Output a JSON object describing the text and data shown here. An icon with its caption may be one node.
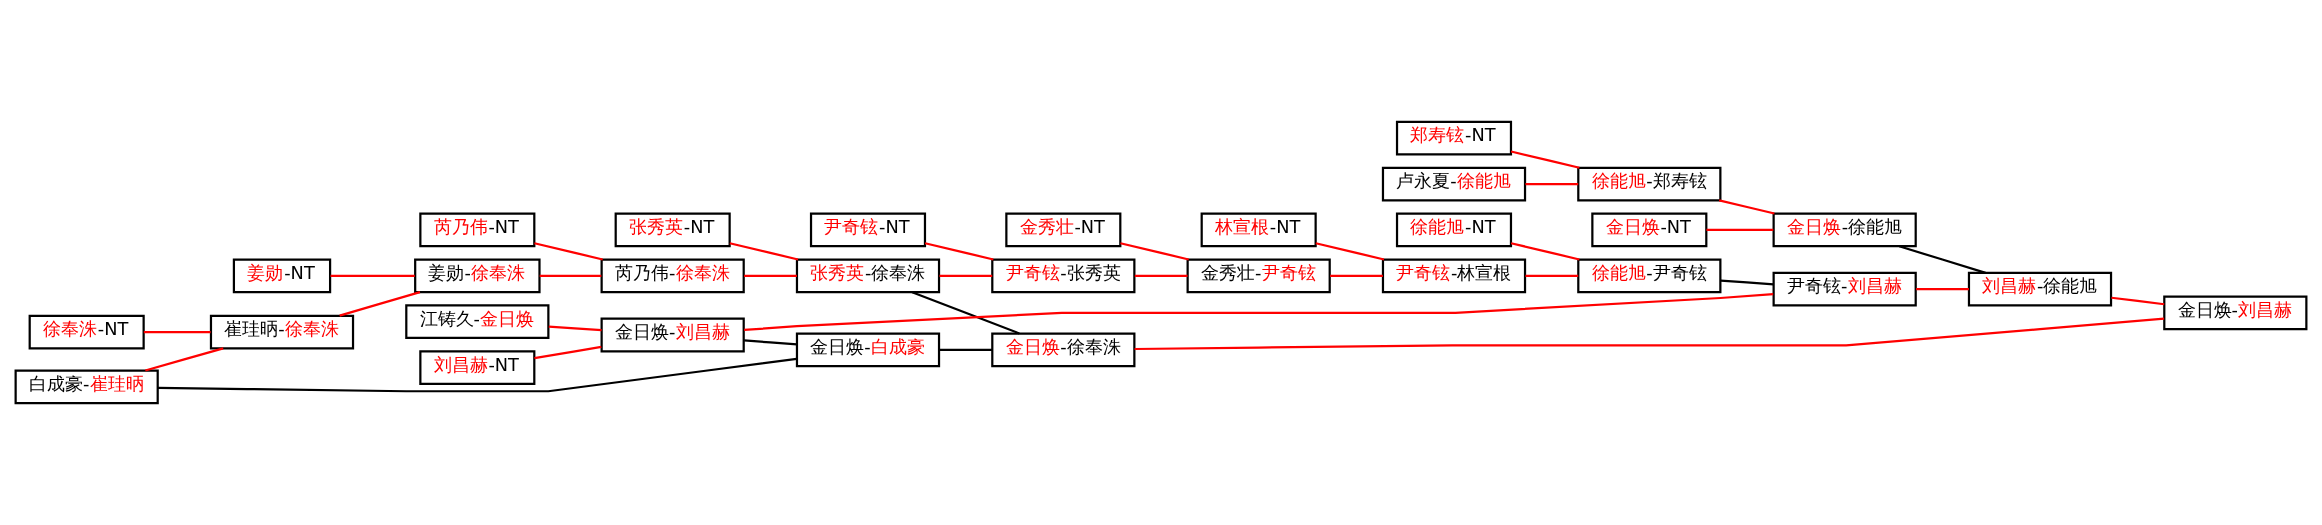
{
  "diagram": {
    "nodes": [
      {
        "text": [
          "徐奉洙-NT"
        ]
      },
      {
        "text": [
          "白成豪-崔珪昞"
        ]
      },
      {
        "text": [
          "崔珪昞-徐奉洙"
        ]
      },
      {
        "text": [
          "姜勋-NT"
        ]
      },
      {
        "text": [
          "姜勋-徐奉洙"
        ]
      },
      {
        "text": [
          "芮乃伟-NT"
        ]
      },
      {
        "text": [
          "芮乃伟-徐奉洙"
        ]
      },
      {
        "text": [
          "张秀英-NT"
        ]
      },
      {
        "text": [
          "张秀英-徐奉洙"
        ]
      },
      {
        "text": [
          "尹奇铉-NT"
        ]
      },
      {
        "text": [
          "尹奇铉-张秀英"
        ]
      },
      {
        "text": [
          "金秀壮-NT"
        ]
      },
      {
        "text": [
          "金秀壮-尹奇铉"
        ]
      },
      {
        "text": [
          "林宣根-NT"
        ]
      },
      {
        "text": [
          "尹奇铉-林宣根"
        ]
      },
      {
        "text": [
          "刘昌赫-NT"
        ]
      },
      {
        "text": [
          "江铸久-金日焕"
        ]
      },
      {
        "text": [
          "金日焕-刘昌赫"
        ]
      },
      {
        "text": [
          "徐能旭-NT"
        ]
      },
      {
        "text": [
          "徐能旭-尹奇铉"
        ]
      },
      {
        "text": [
          "尹奇铉-刘昌赫"
        ]
      },
      {
        "text": [
          "金日焕-NT"
        ]
      },
      {
        "text": [
          "卢永夏-徐能旭"
        ]
      },
      {
        "text": [
          "郑寿铉-NT"
        ]
      },
      {
        "text": [
          "徐能旭-郑寿铉"
        ]
      },
      {
        "text": [
          "金日焕-徐能旭"
        ]
      },
      {
        "text": [
          "刘昌赫-徐能旭"
        ]
      },
      {
        "text": [
          "金日焕-白成豪"
        ]
      },
      {
        "text": [
          "金日焕-徐奉洙"
        ]
      },
      {
        "text": [
          "金日焕-刘昌赫"
        ]
      }
    ],
    "edges": [
      {
        "from": 0,
        "to": 2,
        "arrow": "none"
      },
      {
        "from": 1,
        "to": 2,
        "arrow": "none"
      },
      {
        "from": 1,
        "to": 27,
        "arrow": "none",
        "color": "#000000"
      },
      {
        "from": 2,
        "to": 4,
        "arrow": "none"
      },
      {
        "from": 3,
        "to": 4,
        "arrow": "none"
      },
      {
        "from": 4,
        "to": 6,
        "arrow": "none"
      },
      {
        "from": 5,
        "to": 6,
        "arrow": "none"
      },
      {
        "from": 6,
        "to": 8,
        "arrow": "none"
      },
      {
        "from": 7,
        "to": 8,
        "arrow": "none"
      },
      {
        "from": 8,
        "to": 10,
        "arrow": "none"
      },
      {
        "from": 8,
        "to": 28,
        "arrow": "none",
        "color": "#000000"
      },
      {
        "from": 9,
        "to": 10,
        "arrow": "none"
      },
      {
        "from": 10,
        "to": 12,
        "arrow": "none"
      },
      {
        "from": 11,
        "to": 12,
        "arrow": "none"
      },
      {
        "from": 12,
        "to": 14,
        "arrow": "none"
      },
      {
        "from": 13,
        "to": 14,
        "arrow": "none"
      },
      {
        "from": 14,
        "to": 19,
        "arrow": "none"
      },
      {
        "from": 18,
        "to": 19,
        "arrow": "none"
      },
      {
        "from": 15,
        "to": 17,
        "arrow": "none"
      },
      {
        "from": 16,
        "to": 17,
        "arrow": "none"
      },
      {
        "from": 17,
        "to": 20,
        "arrow": "none"
      },
      {
        "from": 17,
        "to": 27,
        "arrow": "none",
        "color": "#000000"
      },
      {
        "from": 19,
        "to": 20,
        "arrow": "none",
        "color": "#000000"
      },
      {
        "from": 20,
        "to": 26,
        "arrow": "none"
      },
      {
        "from": 22,
        "to": 24,
        "arrow": "none"
      },
      {
        "from": 23,
        "to": 24,
        "arrow": "none"
      },
      {
        "from": 21,
        "to": 25,
        "arrow": "none"
      },
      {
        "from": 24,
        "to": 25,
        "arrow": "none"
      },
      {
        "from": 25,
        "to": 26,
        "arrow": "none",
        "color": "#000000"
      },
      {
        "from": 27,
        "to": 28,
        "arrow": "none",
        "color": "#000000"
      },
      {
        "from": 26,
        "to": 29,
        "arrow": "none"
      },
      {
        "from": 28,
        "to": 29,
        "arrow": "none"
      }
    ]
  }
}
